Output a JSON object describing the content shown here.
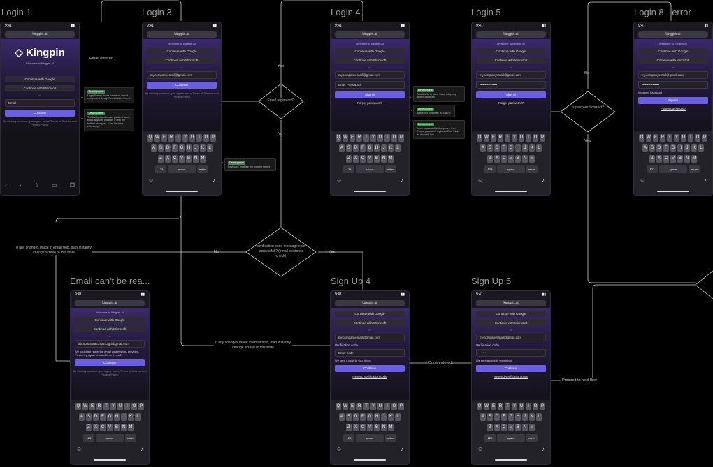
{
  "frames": {
    "login1": "Login 1",
    "login3": "Login 3",
    "login4": "Login 4",
    "login5": "Login 5",
    "login8": "Login 8 - error",
    "email_cant": "Email can't be rea...",
    "signup4": "Sign Up 4",
    "signup5": "Sign Up 5"
  },
  "phone": {
    "time": "9:41",
    "url": "kingpin.ai",
    "brand": "Kingpin",
    "welcome": "Welcome to Kingpin AI",
    "google": "Continue with Google",
    "microsoft": "Continue with Microsoft",
    "or": "or",
    "email_placeholder": "Email",
    "email_value": "mycompanyemail@gmail.com",
    "password_placeholder": "Enter Password",
    "password_dots": "••••••••••••••••",
    "continue": "Continue",
    "sign_in": "Sign In",
    "forgot": "Forgot password?",
    "terms": "By clicking continue, you agree to our Terms of Service and Privacy Policy.",
    "incorrect": "Incorrect Password",
    "bad_email": "abracadabra2342213gd@gmail.com",
    "bad_email_msg": "We could not reach the email address you provided. Please try again with a different email.",
    "code_label": "Verification code",
    "code_placeholder": "Enter code",
    "code_dots": "••••••",
    "code_sent": "We sent a code to your inbox",
    "resend": "Resend verification code",
    "kb_row1": [
      "Q",
      "W",
      "E",
      "R",
      "T",
      "Y",
      "U",
      "I",
      "O",
      "P"
    ],
    "kb_row2": [
      "A",
      "S",
      "D",
      "F",
      "G",
      "H",
      "J",
      "K",
      "L"
    ],
    "kb_row3": [
      "Z",
      "X",
      "C",
      "V",
      "B",
      "N",
      "M"
    ],
    "kb_num": "123",
    "kb_space": "space",
    "kb_return": "return"
  },
  "diamonds": {
    "email_registered": "Email registered?",
    "password_correct": "Is password correct?",
    "verification": "Verification code message sent successfull? (email existance check)"
  },
  "edges": {
    "email_entered": "Email entered",
    "yes": "Yes",
    "no": "No",
    "code_entered": "Code entered",
    "proceed": "Proceed to next flow",
    "change_note": "If any changes made in email field, than instantly change screen to this state"
  },
  "notes": {
    "tag_dev": "Development",
    "login_note1": "Login Screen mode based on dark/lt component library. See in about theme",
    "login_note2": "The background model gradient has a static absolute position. If only the bottom changes - it can be done effectively.",
    "keyboard_note": "Keyboard 'enables' the content higher",
    "field_note": "This field is in focus state, no typing launch password",
    "button_note": "Button text changes to 'Sign in'",
    "forgot_note": "When password field appears, then 'Forgot password' replaces 'Don't have an account' link"
  }
}
